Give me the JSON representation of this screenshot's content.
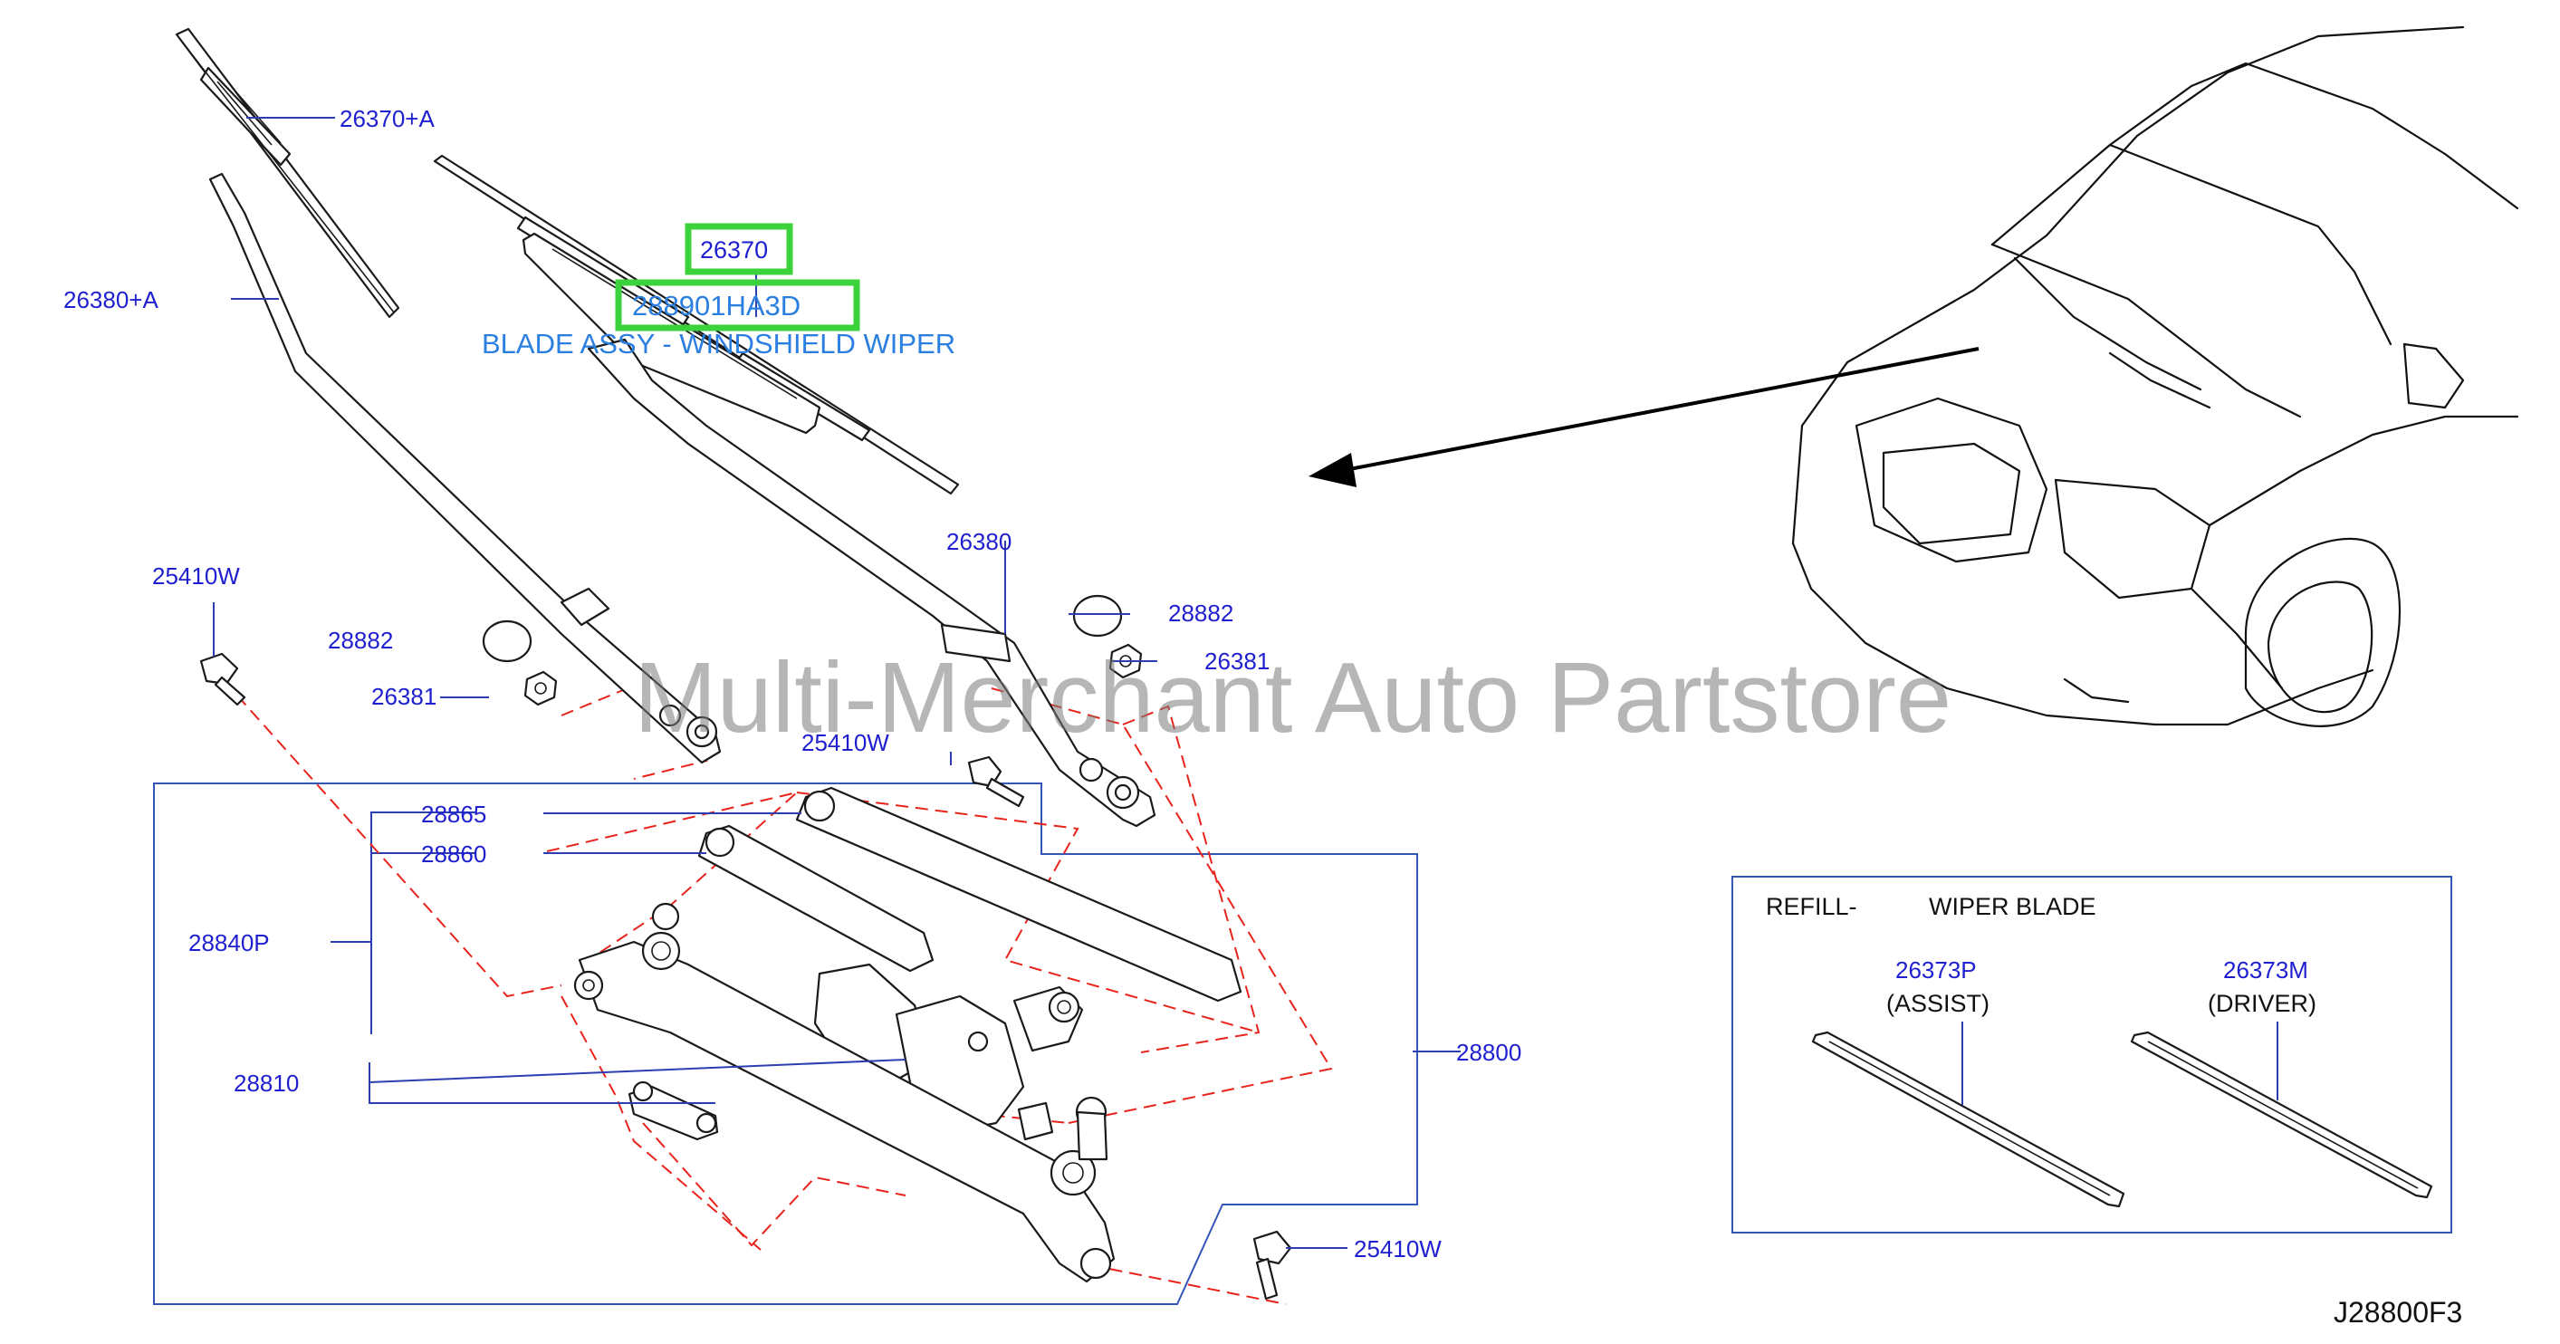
{
  "watermark": "Multi-Merchant Auto Partstore",
  "diagram_code": "J28800F3",
  "highlight": {
    "part_number": "26370",
    "oem_number": "288901HA3D",
    "description": "BLADE ASSY - WINDSHIELD WIPER"
  },
  "callouts": {
    "blade_a": "26370+A",
    "arm_a": "26380+A",
    "arm": "26380",
    "bolt_left": "25410W",
    "cap_left": "28882",
    "nut_left": "26381",
    "cap_right": "28882",
    "nut_right": "26381",
    "bolt_mid": "25410W",
    "rod_upper": "28865",
    "rod_lower": "28860",
    "link_assy": "28840P",
    "motor": "28810",
    "wiper_assy": "28800",
    "bolt_bottom": "25410W"
  },
  "refill": {
    "title_left": "REFILL-",
    "title_right": "WIPER   BLADE",
    "assist_number": "26373P",
    "assist_label": "(ASSIST)",
    "driver_number": "26373M",
    "driver_label": "(DRIVER)"
  },
  "colors": {
    "callout_text": "#1f1fcf",
    "leader_line": "#2b3fb0",
    "dash_line": "#e8231c",
    "highlight_box": "#3bd23b",
    "description_text": "#2a7fe0"
  }
}
